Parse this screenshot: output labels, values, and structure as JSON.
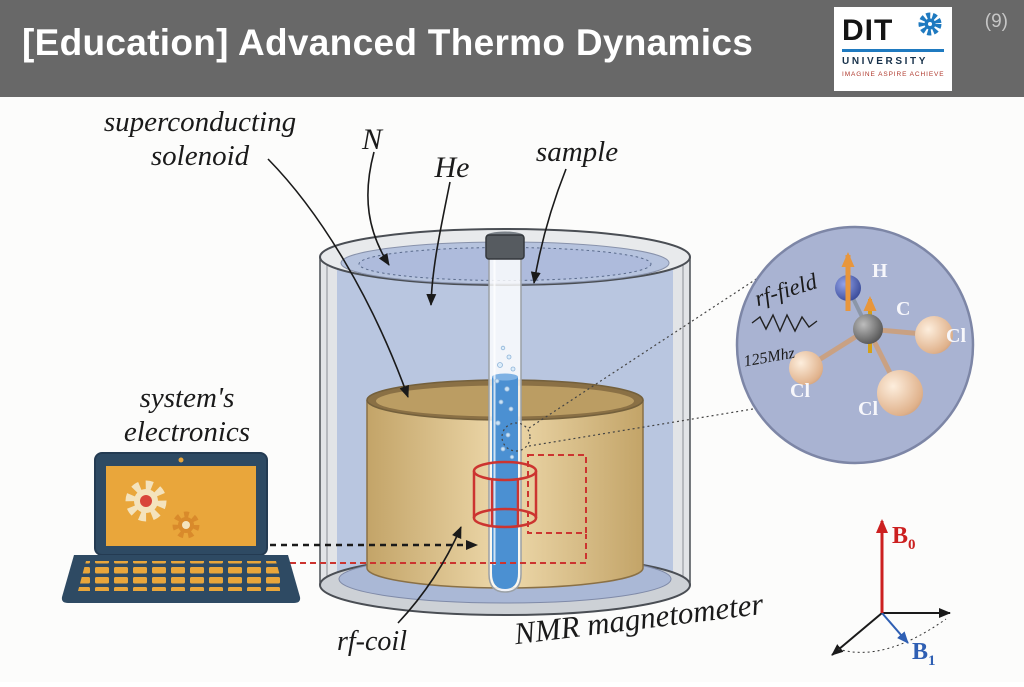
{
  "header": {
    "title": "[Education] Advanced Thermo Dynamics",
    "page_number": "(9)",
    "logo": {
      "acronym": "DIT",
      "university": "UNIVERSITY",
      "tagline": "IMAGINE  ASPIRE  ACHIEVE"
    }
  },
  "diagram": {
    "labels": {
      "solenoid_line1": "superconducting",
      "solenoid_line2": "solenoid",
      "nitrogen": "N",
      "helium": "He",
      "sample": "sample",
      "electronics_line1": "system's",
      "electronics_line2": "electronics",
      "rf_coil": "rf-coil",
      "nmr_magnetometer": "NMR magnetometer"
    },
    "inset": {
      "rf_field_label": "rf-field",
      "frequency_label": "125Mhz",
      "atoms": {
        "h": "H",
        "c": "C",
        "cl_right": "Cl",
        "cl_bottom": "Cl",
        "cl_left": "Cl"
      }
    },
    "axes": {
      "b0": "B",
      "b0_sub": "0",
      "b1": "B",
      "b1_sub": "1"
    },
    "colors": {
      "header_bg": "#686868",
      "title_text": "#ffffff",
      "logo_blue": "#1f7ac0",
      "laptop_body": "#2e4a63",
      "laptop_screen": "#e9a63b",
      "liquid_blue": "#4b90d2",
      "helium_blue": "#b9c6e0",
      "solenoid_tan": "#ddc28f",
      "inset_bg": "#a9b3d2",
      "b0_red": "#cc2020",
      "b1_blue": "#2f5fb3",
      "coil_red": "#cc3430"
    }
  }
}
